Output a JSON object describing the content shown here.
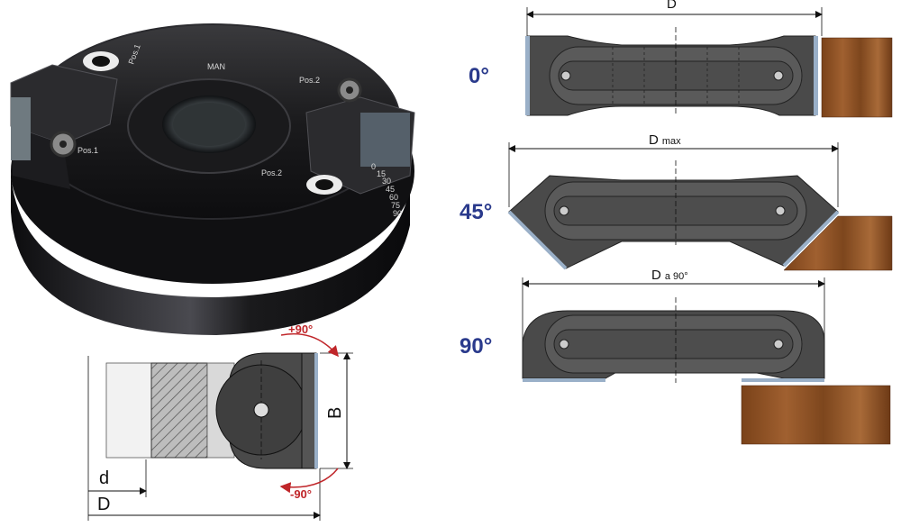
{
  "product_photo": {
    "brand": "MAN",
    "position_labels": [
      "Pos.1",
      "Pos.2",
      "Pos.1",
      "Pos.2"
    ],
    "scale_marks": [
      "0",
      "15",
      "30",
      "45",
      "60",
      "75",
      "90"
    ]
  },
  "configurations": [
    {
      "angle": "0°",
      "dimension": "D"
    },
    {
      "angle": "45°",
      "dimension": "D",
      "dimension_suffix": "max"
    },
    {
      "angle": "90°",
      "dimension": "D",
      "dimension_suffix": "a 90°"
    }
  ],
  "section": {
    "plus_angle": "+90°",
    "minus_angle": "-90°",
    "height_label": "B",
    "bore_label": "d",
    "diameter_label": "D"
  },
  "colors": {
    "angle_text": "#2a3a8c",
    "arrow_red": "#c0262a",
    "body": "#4a4a4a",
    "wood": "#8a4f24"
  }
}
